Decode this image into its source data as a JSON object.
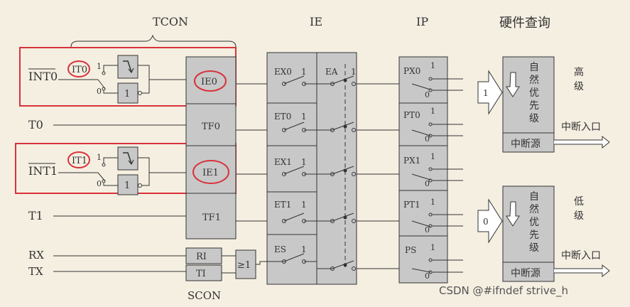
{
  "headers": {
    "tcon": "TCON",
    "ie": "IE",
    "ip": "IP",
    "hw_query": "硬件查询",
    "scon": "SCON"
  },
  "inputs": {
    "int0": "INT0",
    "t0": "T0",
    "int1": "INT1",
    "t1": "T1",
    "rx": "RX",
    "tx": "TX"
  },
  "it_bits": {
    "it0": "IT0",
    "it1": "IT1"
  },
  "switch_labels": {
    "one": "1",
    "zero": "0"
  },
  "flags": {
    "ie0": "IE0",
    "tf0": "TF0",
    "ie1": "IE1",
    "tf1": "TF1",
    "ri": "RI",
    "ti": "TI",
    "or_gate": "≥1"
  },
  "ie_bits": {
    "ex0": "EX0",
    "et0": "ET0",
    "ex1": "EX1",
    "et1": "ET1",
    "es": "ES",
    "ea": "EA"
  },
  "ip_bits": {
    "px0": "PX0",
    "pt0": "PT0",
    "px1": "PX1",
    "pt1": "PT1",
    "ps": "PS"
  },
  "priority": {
    "high_in": "1",
    "low_in": "0",
    "high_chars": [
      "自",
      "然",
      "优",
      "先",
      "级"
    ],
    "low_chars": [
      "自",
      "然",
      "优",
      "先",
      "级"
    ],
    "high_label": [
      "高",
      "级"
    ],
    "low_label": [
      "低",
      "级"
    ],
    "source": "中断源",
    "entry": "中断入口"
  },
  "watermark": "CSDN @#ifndef  strive_h"
}
